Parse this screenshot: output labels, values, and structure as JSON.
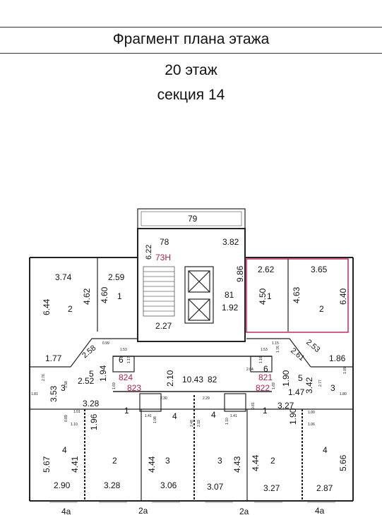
{
  "header": {
    "title": "Фрагмент плана этажа",
    "floor": "20 этаж",
    "section": "секция 14"
  },
  "plan": {
    "highlight_color": "#c2185b",
    "label_color": "#b0204a",
    "labels": {
      "balcony_79": "79",
      "room_78": "78",
      "dim_6_22": "6.22",
      "apt_73h": "73Н",
      "dim_3_82": "3.82",
      "dim_3_74": "3.74",
      "dim_2_59": "2.59",
      "dim_6_44": "6.44",
      "dim_4_62": "4.62",
      "dim_4_60": "4.60",
      "room_2_left": "2",
      "room_1_left": "1",
      "dim_9_86": "9.86",
      "room_81": "81",
      "dim_1_92": "1.92",
      "dim_2_27": "2.27",
      "dim_2_62": "2.62",
      "dim_3_65": "3.65",
      "dim_4_50": "4.50",
      "room_1_right": "1",
      "dim_4_63": "4.63",
      "room_2_right": "2",
      "dim_6_40": "6.40",
      "dim_0_99": "0.99",
      "dim_1_53_l": "1.53",
      "dim_2_58": "2.58",
      "dim_1_77": "1.77",
      "room_6_left": "6",
      "dim_1_17": "1.17",
      "dim_2_76": "2.76",
      "dim_2_52": "2.52",
      "room_5_left": "5",
      "dim_1_94": "1.94",
      "apt_824": "824",
      "apt_823": "823",
      "room_3_left": "3",
      "dim_1_81": "1.81",
      "dim_3_53": "3.53",
      "dim_1_58": "1.58",
      "dim_1_69_l": "1.69",
      "dim_2_10": "2.10",
      "dim_10_43": "10.43",
      "room_82": "82",
      "dim_1_15": "1.15",
      "dim_1_53_r": "1.53",
      "dim_1_76": "1.76",
      "dim_2_61": "2.61",
      "dim_2_53": "2.53",
      "dim_1_86": "1.86",
      "dim_2_04": "2.04",
      "dim_1_16": "1.16",
      "room_6_right": "6",
      "apt_821": "821",
      "apt_822": "822",
      "dim_1_69_r": "1.69",
      "dim_1_90_a": "1.90",
      "room_5_right": "5",
      "dim_3_42": "3.42",
      "dim_2_77": "2.77",
      "room_3_right": "3",
      "dim_1_09": "1.09",
      "dim_1_80": "1.80",
      "dim_1_47": "1.47",
      "dim_3_28": "3.28",
      "room_1_cl": "1",
      "dim_2_30": "2.30",
      "dim_2_29": "2.29",
      "room_1_cr": "1",
      "dim_3_27": "3.27",
      "dim_0_81": "0.81",
      "dim_1_01": "1.01",
      "dim_0_89": "0.89",
      "dim_1_10": "1.10",
      "dim_1_96": "1.96",
      "dim_1_41_l": "1.41",
      "dim_1_08_l": "1.08",
      "room_4_cl": "4",
      "dim_2_48": "2.48",
      "dim_2_19": "2.19",
      "room_4_cr": "4",
      "dim_1_10_r": "1.10",
      "dim_1_41_r": "1.41",
      "dim_1_00": "1.00",
      "dim_1_06": "1.06",
      "dim_1_90_b": "1.90",
      "room_4_left": "4",
      "dim_5_67": "5.67",
      "dim_4_41": "4.41",
      "room_2_bl": "2",
      "dim_4_44_a": "4.44",
      "room_3_bl": "3",
      "room_3_br": "3",
      "dim_4_43": "4.43",
      "dim_4_44_b": "4.44",
      "room_2_br": "2",
      "room_4_right": "4",
      "dim_5_66": "5.66",
      "dim_2_90": "2.90",
      "dim_3_28_b": "3.28",
      "dim_3_06": "3.06",
      "dim_3_07": "3.07",
      "dim_3_27_b": "3.27",
      "dim_2_87": "2.87",
      "room_4a_l": "4a",
      "room_2a_l": "2a",
      "room_2a_r": "2a",
      "room_4a_r": "4a"
    }
  }
}
